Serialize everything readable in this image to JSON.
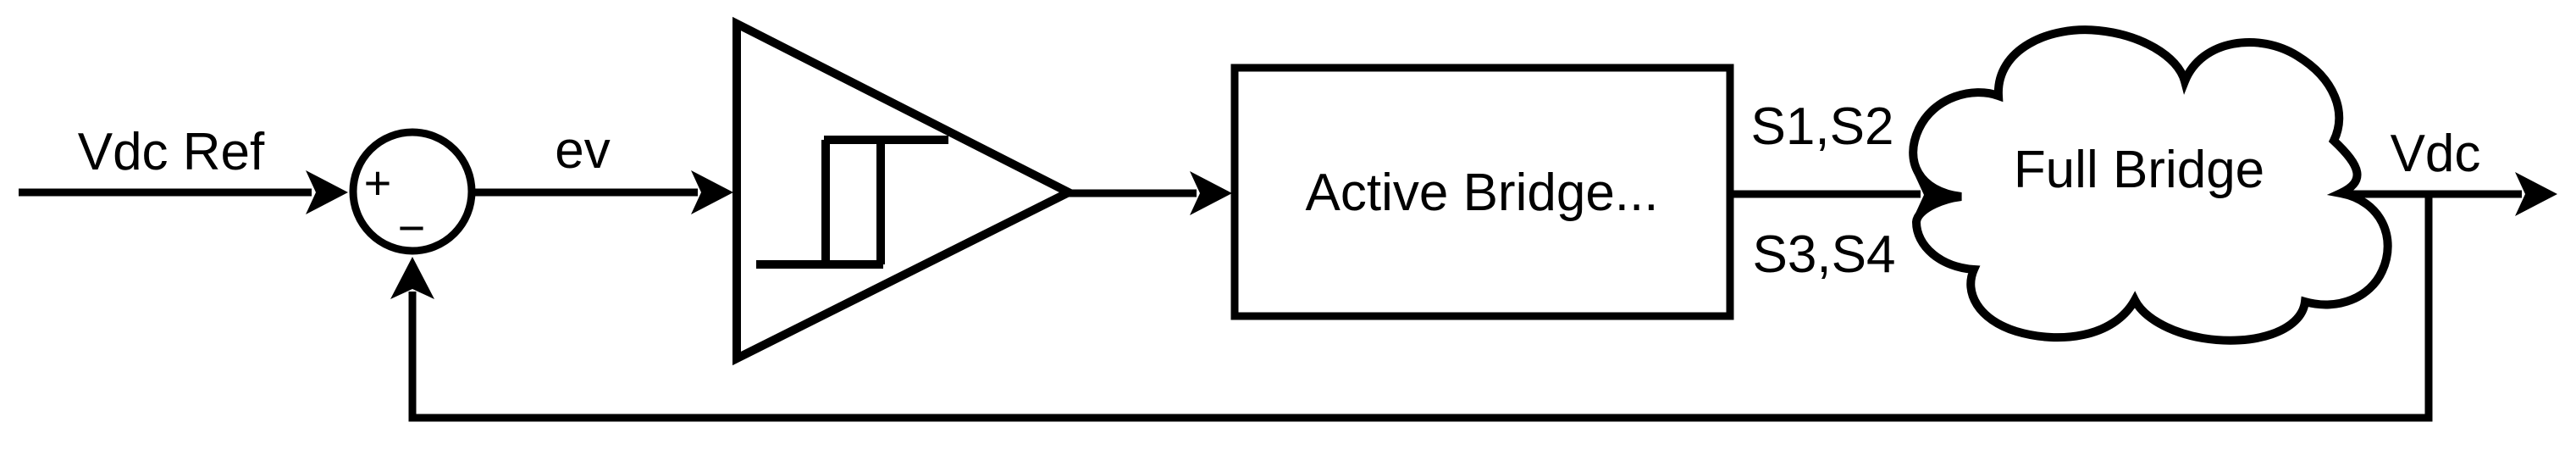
{
  "labels": {
    "input_signal": "Vdc Ref",
    "error_signal": "ev",
    "controller_block": "Active Bridge...",
    "gates_top": "S1,S2",
    "gates_bottom": "S3,S4",
    "plant_block": "Full Bridge",
    "output_signal": "Vdc"
  },
  "summing_junction": {
    "plus": "+",
    "minus": "−"
  },
  "icons": {
    "comparator": "triangle-gain-icon",
    "nonlinearity": "hysteresis-relay-icon",
    "plant": "cloud-shape-icon"
  },
  "colors": {
    "line": "#000000",
    "background": "#ffffff",
    "block_fill": "#ffffff"
  }
}
